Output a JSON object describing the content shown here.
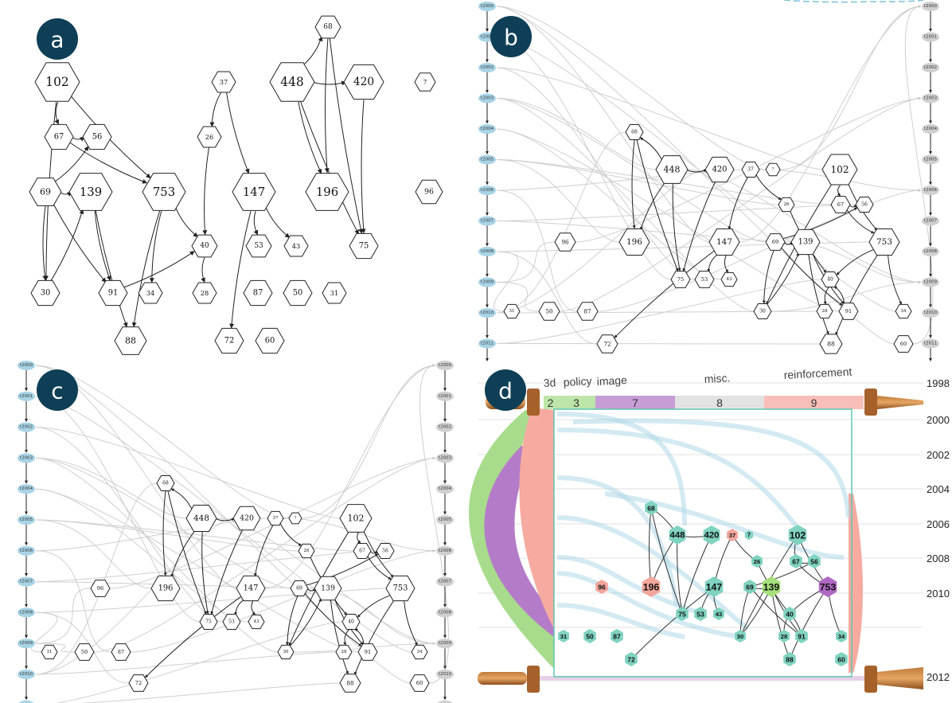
{
  "panel_labels": {
    "a": "a",
    "b": "b",
    "c": "c",
    "d": "d"
  },
  "years": [
    "t2000",
    "t2001",
    "t2002",
    "t2003",
    "t2004",
    "t2005",
    "t2006",
    "t2007",
    "t2008",
    "t2009",
    "t2010",
    "t2011"
  ],
  "nodes": [
    "102",
    "67",
    "56",
    "69",
    "139",
    "753",
    "30",
    "91",
    "34",
    "40",
    "28",
    "88",
    "37",
    "26",
    "147",
    "53",
    "43",
    "72",
    "87",
    "50",
    "31",
    "60",
    "448",
    "68",
    "420",
    "196",
    "75",
    "7",
    "96"
  ],
  "edges": [
    [
      "102",
      "67"
    ],
    [
      "102",
      "753"
    ],
    [
      "102",
      "30"
    ],
    [
      "67",
      "56"
    ],
    [
      "67",
      "753"
    ],
    [
      "69",
      "56"
    ],
    [
      "69",
      "139"
    ],
    [
      "69",
      "30"
    ],
    [
      "69",
      "91"
    ],
    [
      "139",
      "91"
    ],
    [
      "139",
      "88"
    ],
    [
      "753",
      "40"
    ],
    [
      "753",
      "34"
    ],
    [
      "753",
      "88"
    ],
    [
      "30",
      "139"
    ],
    [
      "91",
      "40"
    ],
    [
      "40",
      "28"
    ],
    [
      "37",
      "26"
    ],
    [
      "37",
      "147"
    ],
    [
      "26",
      "40"
    ],
    [
      "147",
      "53"
    ],
    [
      "147",
      "43"
    ],
    [
      "147",
      "72"
    ],
    [
      "448",
      "68"
    ],
    [
      "448",
      "420"
    ],
    [
      "448",
      "196"
    ],
    [
      "448",
      "75"
    ],
    [
      "68",
      "196"
    ],
    [
      "68",
      "75"
    ],
    [
      "420",
      "75"
    ]
  ],
  "panel_d": {
    "topics": [
      {
        "name": "3d",
        "count": "2",
        "color": "#a8dc8c"
      },
      {
        "name": "policy",
        "count": "3",
        "color": "#a8dc8c"
      },
      {
        "name": "image",
        "count": "7",
        "color": "#b47cc8"
      },
      {
        "name": "misc.",
        "count": "8",
        "color": "#d8d8d8"
      },
      {
        "name": "reinforcement",
        "count": "9",
        "color": "#f6aaa0"
      }
    ],
    "year_labels": [
      "1998",
      "2000",
      "2002",
      "2004",
      "2006",
      "2008",
      "2010",
      "2012"
    ],
    "node_colors": {
      "default": "#7fd3c0",
      "196": "#f3a69c",
      "96": "#f3a69c",
      "139": "#a6e07c",
      "753": "#b069c4",
      "37": "#f3a69c"
    }
  }
}
